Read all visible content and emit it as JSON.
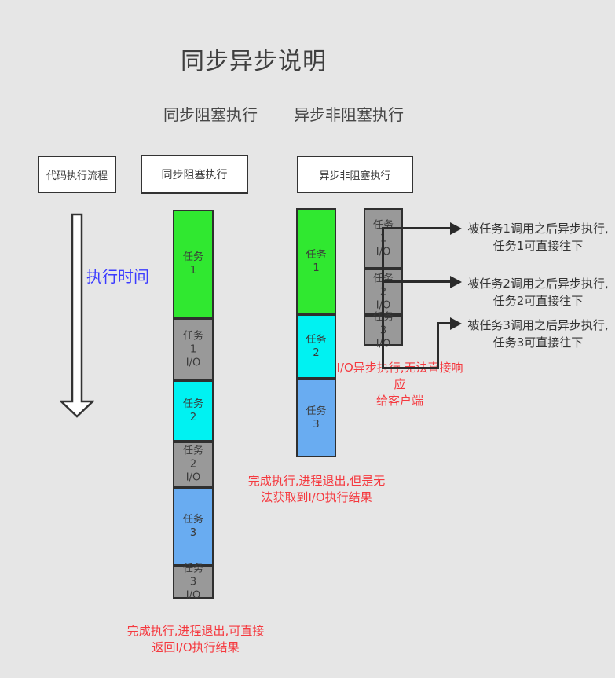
{
  "title": "同步异步说明",
  "subtitles": {
    "sync": "同步阻塞执行",
    "async": "异步非阻塞执行"
  },
  "header_boxes": {
    "flow": "代码执行流程",
    "sync": "同步阻塞执行",
    "async": "异步非阻塞执行"
  },
  "time_axis": {
    "label": "执行时间"
  },
  "colors": {
    "green": "#30e830",
    "cyan": "#00f2f2",
    "blue": "#69acf1",
    "gray": "#999999",
    "connector_line": "#2b2b2b",
    "red_note": "#f5393f",
    "time_label_blue": "#3b3bff",
    "background": "#e6e6e6"
  },
  "sync_column": {
    "blocks": [
      {
        "lines": [
          "任务",
          "1"
        ],
        "color": "green",
        "h": 138
      },
      {
        "lines": [
          "任务",
          "1",
          "I/O"
        ],
        "color": "gray",
        "h": 79
      },
      {
        "lines": [
          "任务",
          "2"
        ],
        "color": "cyan",
        "h": 78
      },
      {
        "lines": [
          "任务",
          "2",
          "I/O"
        ],
        "color": "gray",
        "h": 58
      },
      {
        "lines": [
          "任务",
          "3"
        ],
        "color": "blue",
        "h": 100
      },
      {
        "lines": [
          "任务",
          "3",
          "I/O"
        ],
        "color": "gray",
        "h": 42
      }
    ]
  },
  "async_column": {
    "blocks": [
      {
        "lines": [
          "任务",
          "1"
        ],
        "color": "green",
        "h": 135
      },
      {
        "lines": [
          "任务",
          "2"
        ],
        "color": "cyan",
        "h": 82
      },
      {
        "lines": [
          "任务",
          "3"
        ],
        "color": "blue",
        "h": 100
      }
    ]
  },
  "io_column": {
    "blocks": [
      {
        "lines": [
          "任务",
          "1",
          "I/O"
        ],
        "color": "gray",
        "h": 77
      },
      {
        "lines": [
          "任务",
          "2",
          "I/O"
        ],
        "color": "gray",
        "h": 59
      },
      {
        "lines": [
          "任务",
          "3",
          "I/O"
        ],
        "color": "gray",
        "h": 39
      }
    ]
  },
  "annotations": {
    "async_notes": [
      {
        "line1": "被任务1调用之后异步执行,",
        "line2": "任务1可直接往下"
      },
      {
        "line1": "被任务2调用之后异步执行,",
        "line2": "任务2可直接往下"
      },
      {
        "line1": "被任务3调用之后异步执行,",
        "line2": "任务3可直接往下"
      }
    ],
    "io_warning": {
      "line1": "I/O异步执行,无法直接响应",
      "line2": "给客户端"
    },
    "async_result": {
      "line1": "完成执行,进程退出,但是无",
      "line2": "法获取到I/O执行结果"
    },
    "sync_result": {
      "line1": "完成执行,进程退出,可直接",
      "line2": "返回I/O执行结果"
    }
  }
}
